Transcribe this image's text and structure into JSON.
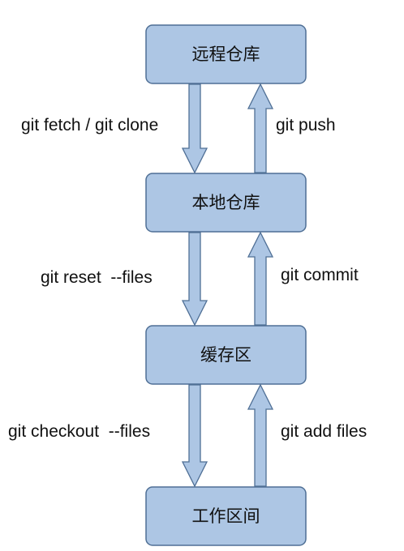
{
  "nodes": {
    "remote_repo": "远程仓库",
    "local_repo": "本地仓库",
    "staging_area": "缓存区",
    "workspace": "工作区间"
  },
  "edges": {
    "fetch_clone": "git fetch / git clone",
    "push": "git push",
    "reset": "git reset  --files",
    "commit": "git commit",
    "checkout": "git checkout  --files",
    "add": "git add files"
  },
  "colors": {
    "box_fill": "#adc6e4",
    "box_stroke": "#4f6f95",
    "text": "#111111"
  }
}
